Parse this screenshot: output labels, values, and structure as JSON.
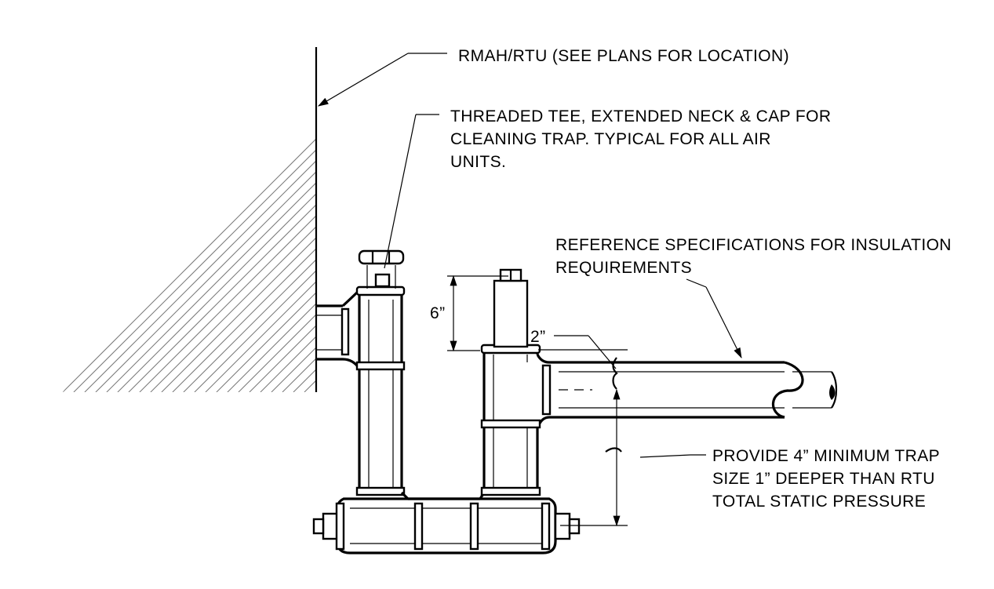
{
  "labels": {
    "rtu": "RMAH/RTU (SEE PLANS FOR LOCATION)",
    "tee_line1": "THREADED TEE, EXTENDED NECK & CAP FOR",
    "tee_line2": "CLEANING TRAP. TYPICAL FOR ALL AIR",
    "tee_line3": "UNITS.",
    "insulation_line1": "REFERENCE SPECIFICATIONS FOR INSULATION",
    "insulation_line2": "REQUIREMENTS",
    "trap_line1": "PROVIDE 4” MINIMUM TRAP",
    "trap_line2": "SIZE 1” DEEPER THAN RTU",
    "trap_line3": "TOTAL STATIC PRESSURE"
  },
  "dimensions": {
    "vertical": "6”",
    "offset": "2”"
  }
}
